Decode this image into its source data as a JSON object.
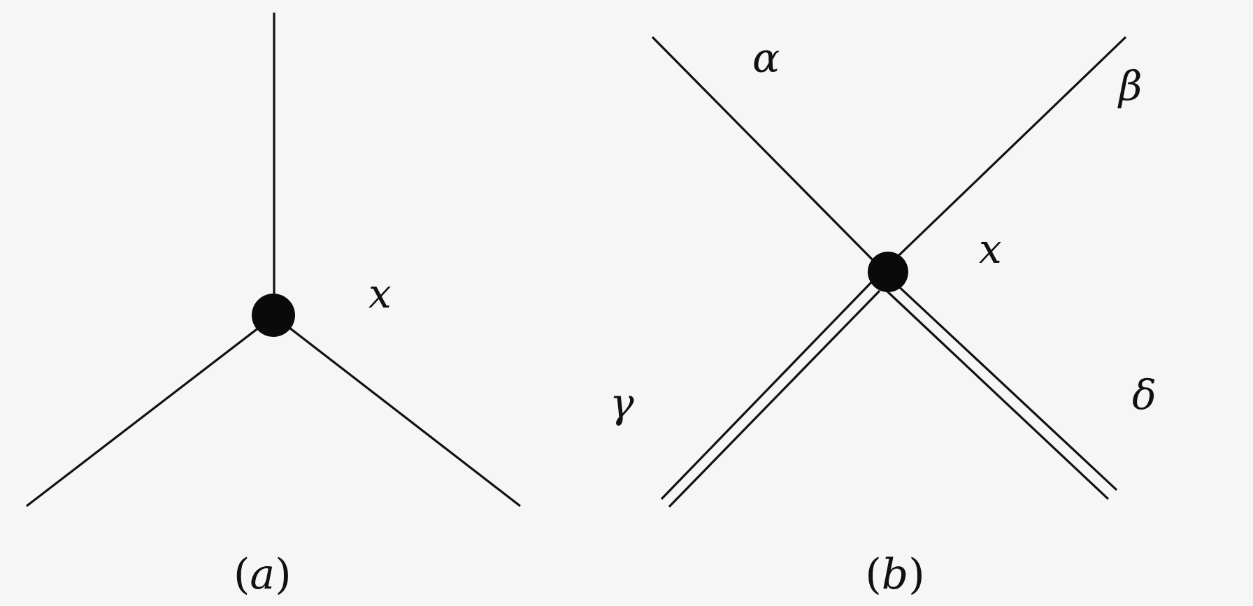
{
  "diagram_a": {
    "vertex_label": "x",
    "caption_open": "(",
    "caption_letter": "a",
    "caption_close": ")"
  },
  "diagram_b": {
    "vertex_label": "x",
    "leg_labels": {
      "top_left": "α",
      "top_right": "β",
      "bottom_left": "γ",
      "bottom_right": "δ"
    },
    "caption_open": "(",
    "caption_letter": "b",
    "caption_close": ")"
  },
  "colors": {
    "background": "#f6f6f6",
    "ink": "#111111"
  }
}
